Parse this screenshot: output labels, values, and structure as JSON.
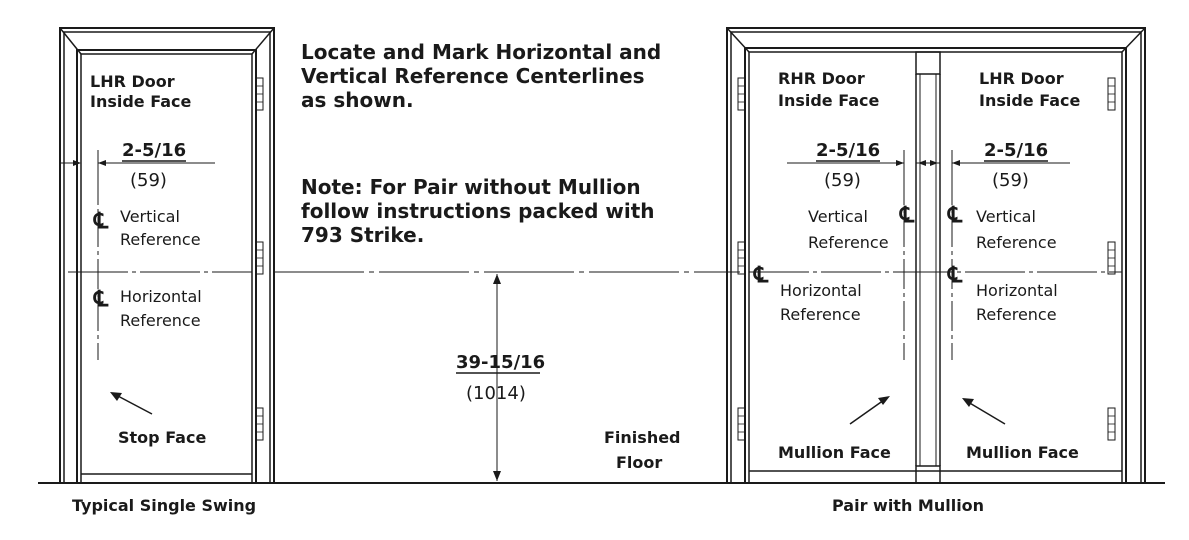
{
  "left_door": {
    "title_line1": "LHR Door",
    "title_line2": "Inside Face",
    "dim_frac": "2-5/16",
    "dim_mm": "(59)",
    "vertical_ref_line1": "Vertical",
    "vertical_ref_line2": "Reference",
    "horizontal_ref_line1": "Horizontal",
    "horizontal_ref_line2": "Reference",
    "stop_face": "Stop Face",
    "caption": "Typical Single Swing"
  },
  "instructions": {
    "line1": "Locate and Mark Horizontal and",
    "line2": "Vertical Reference Centerlines",
    "line3": "as shown.",
    "note_line1": "Note: For Pair without Mullion",
    "note_line2": "follow instructions packed with",
    "note_line3": "793 Strike."
  },
  "height_dimension": {
    "frac": "39-15/16",
    "mm": "(1014)"
  },
  "finished_floor": {
    "line1": "Finished",
    "line2": "Floor"
  },
  "right_pair": {
    "rhr_title_line1": "RHR Door",
    "rhr_title_line2": "Inside Face",
    "lhr_title_line1": "LHR Door",
    "lhr_title_line2": "Inside Face",
    "dim_frac": "2-5/16",
    "dim_mm": "(59)",
    "vertical_ref_line1": "Vertical",
    "vertical_ref_line2": "Reference",
    "horizontal_ref_line1": "Horizontal",
    "horizontal_ref_line2": "Reference",
    "mullion_face": "Mullion Face",
    "caption": "Pair with Mullion"
  },
  "centerline_symbol": "℄"
}
